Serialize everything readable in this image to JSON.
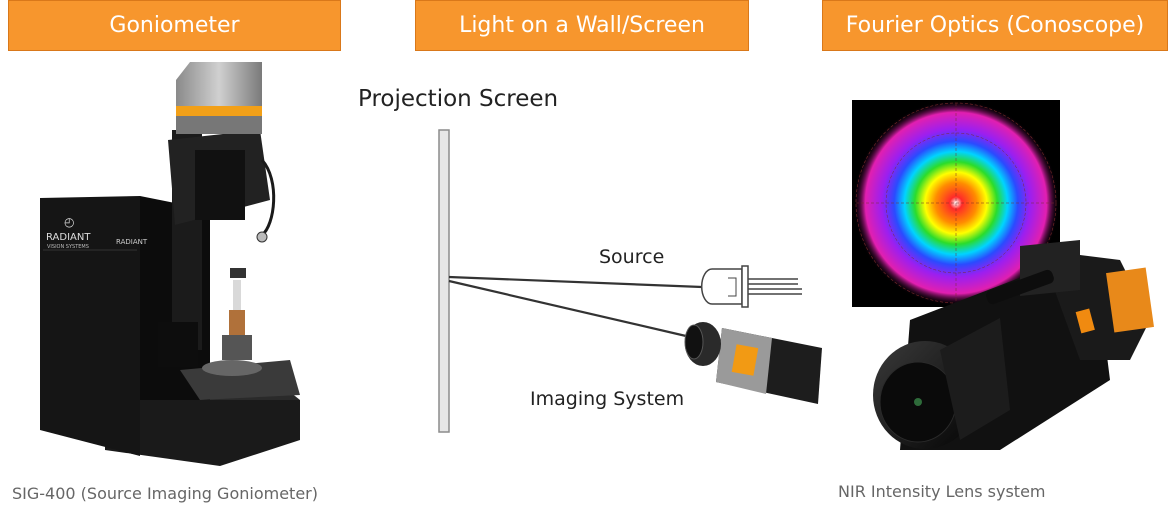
{
  "headers": {
    "goniometer": "Goniometer",
    "wall_screen": "Light on a Wall/Screen",
    "fourier": "Fourier Optics (Conoscope)"
  },
  "diagram": {
    "projection_screen": "Projection Screen",
    "source": "Source",
    "imaging_system": "Imaging System"
  },
  "captions": {
    "left": "SIG-400 (Source Imaging Goniometer)",
    "right": "NIR Intensity Lens system"
  },
  "logos": {
    "brand": "RADIANT",
    "brand_sub": "VISION SYSTEMS"
  },
  "colors": {
    "header_bg": "#f7962d",
    "header_text": "#ffffff"
  }
}
